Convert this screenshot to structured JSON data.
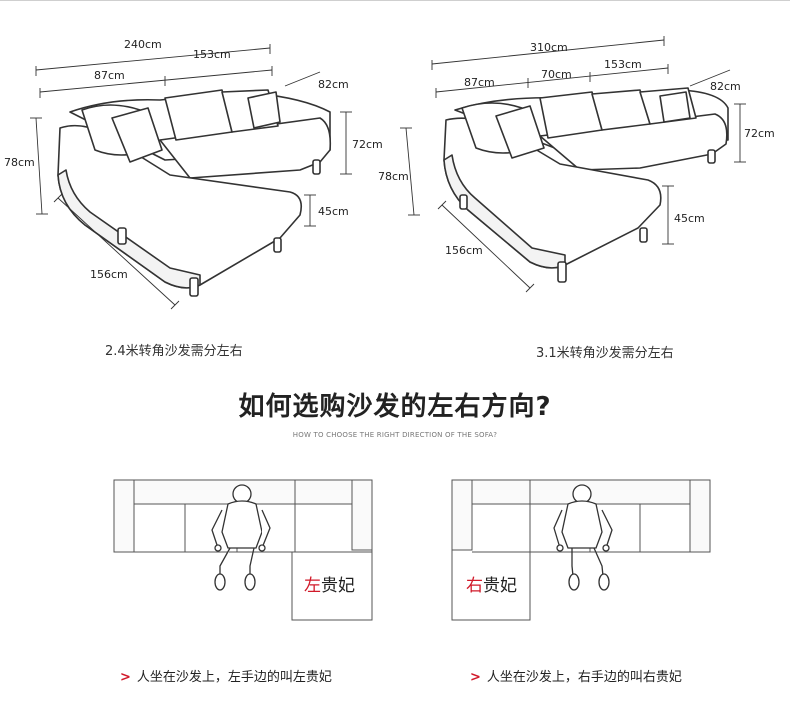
{
  "sofa_left": {
    "dims": {
      "total": "240cm",
      "seat": "153cm",
      "arm": "87cm",
      "depth": "82cm",
      "back_height": "72cm",
      "height": "78cm",
      "seat_height": "45cm",
      "chaise": "156cm"
    },
    "caption": "2.4米转角沙发需分左右"
  },
  "sofa_right": {
    "dims": {
      "total": "310cm",
      "arm": "87cm",
      "middle": "70cm",
      "seat": "153cm",
      "depth": "82cm",
      "back_height": "72cm",
      "height": "78cm",
      "seat_height": "45cm",
      "chaise": "156cm"
    },
    "caption": "3.1米转角沙发需分左右"
  },
  "section": {
    "title": "如何选购沙发的左右方向?",
    "subtitle": "HOW TO CHOOSE THE RIGHT DIRECTION OF THE SOFA?"
  },
  "plan_left": {
    "accent": "左",
    "rest": "贵妃",
    "note": "人坐在沙发上，左手边的叫左贵妃"
  },
  "plan_right": {
    "accent": "右",
    "rest": "贵妃",
    "note": "人坐在沙发上，右手边的叫右贵妃"
  },
  "colors": {
    "accent": "#d11a2a",
    "line": "#333333",
    "sofa_fill": "#ffffff"
  },
  "icons": {
    "note_bullet": "chevron-right-icon"
  }
}
